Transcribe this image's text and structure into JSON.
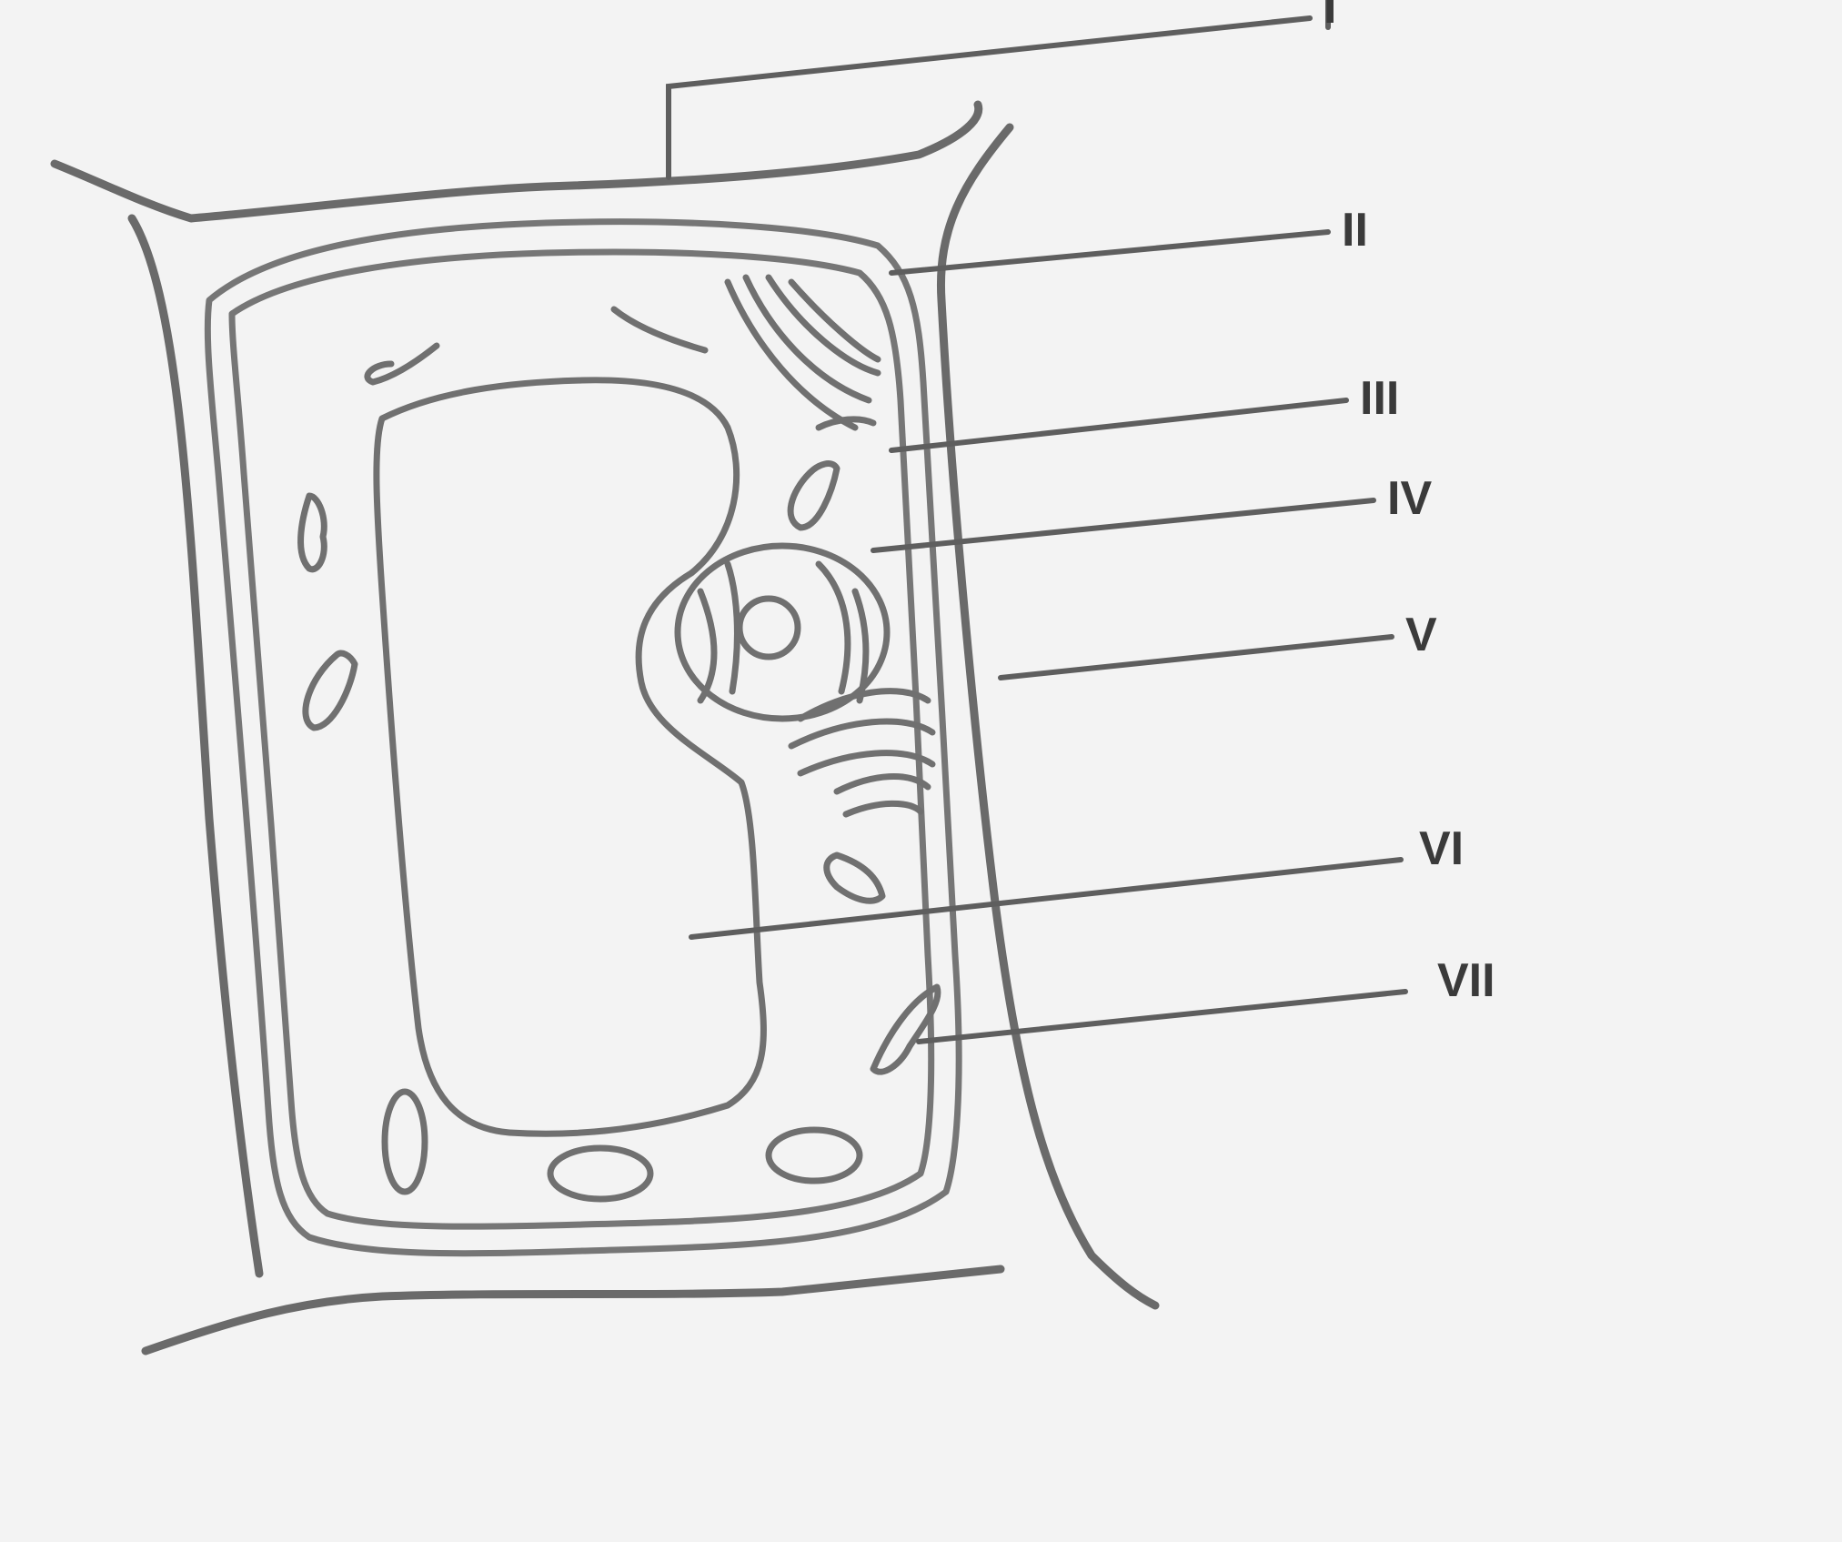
{
  "diagram": {
    "labels": {
      "I": "I",
      "II": "II",
      "III": "III",
      "IV": "IV",
      "V": "V",
      "VI": "VI",
      "VII": "VII"
    }
  },
  "colors": {
    "background": "#f3f3f3",
    "line": "#6a6a6a",
    "label": "#3a3a3a"
  }
}
